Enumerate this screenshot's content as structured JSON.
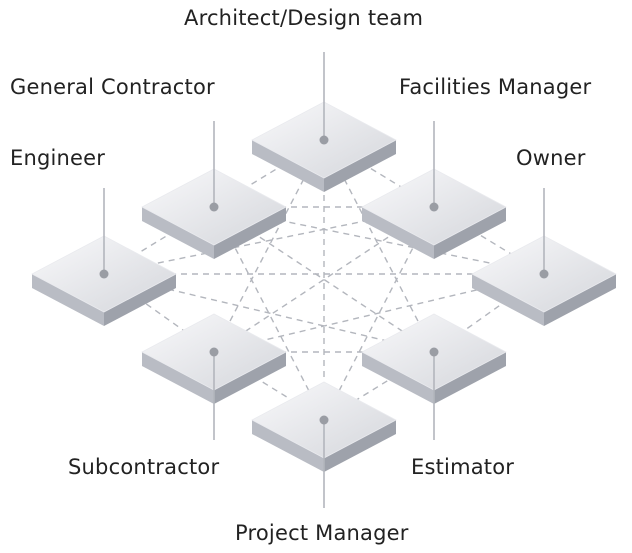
{
  "colors": {
    "tile_top_light": "#f7f7f9",
    "tile_top_dark": "#d7d9de",
    "tile_left_side": "#b9bcc4",
    "tile_right_side": "#9ea2ab",
    "connector": "#b3b6bd",
    "dot": "#9a9da4",
    "text": "#222222"
  },
  "roles": [
    {
      "id": "architect",
      "label": "Architect/Design team"
    },
    {
      "id": "general-contractor",
      "label": "General Contractor"
    },
    {
      "id": "facilities-manager",
      "label": "Facilities Manager"
    },
    {
      "id": "engineer",
      "label": "Engineer"
    },
    {
      "id": "owner",
      "label": "Owner"
    },
    {
      "id": "subcontractor",
      "label": "Subcontractor"
    },
    {
      "id": "estimator",
      "label": "Estimator"
    },
    {
      "id": "project-manager",
      "label": "Project Manager"
    }
  ]
}
